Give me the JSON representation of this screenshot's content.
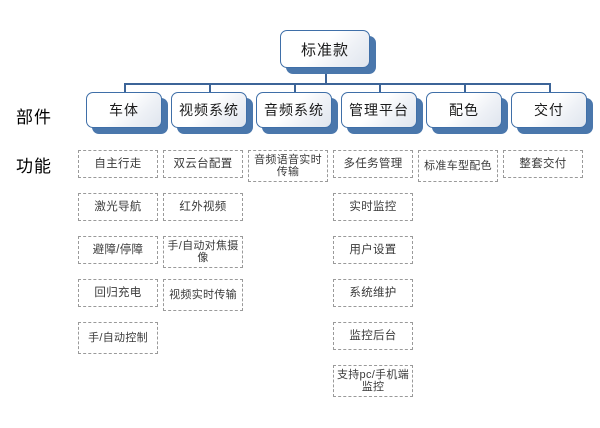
{
  "diagram": {
    "type": "org-chart",
    "root": {
      "label": "标准款"
    },
    "row_labels": {
      "components": "部件",
      "functions": "功能"
    },
    "colors": {
      "box_border": "#3f6fa8",
      "box_shadow": "#4a77ac",
      "connector": "#3c6498",
      "leaf_border": "#9a9a9a",
      "background": "#ffffff"
    },
    "columns": [
      {
        "label": "车体",
        "items": [
          "自主行走",
          "激光导航",
          "避障/停障",
          "回归充电",
          "手/自动控制"
        ]
      },
      {
        "label": "视频系统",
        "items": [
          "双云台配置",
          "红外视频",
          "手/自动对焦摄像",
          "视频实时传输"
        ]
      },
      {
        "label": "音频系统",
        "items": [
          "音频语音实时传输"
        ]
      },
      {
        "label": "管理平台",
        "items": [
          "多任务管理",
          "实时监控",
          "用户设置",
          "系统维护",
          "监控后台",
          "支持pc/手机端监控"
        ]
      },
      {
        "label": "配色",
        "items": [
          "标准车型配色"
        ]
      },
      {
        "label": "交付",
        "items": [
          "整套交付"
        ]
      }
    ]
  }
}
